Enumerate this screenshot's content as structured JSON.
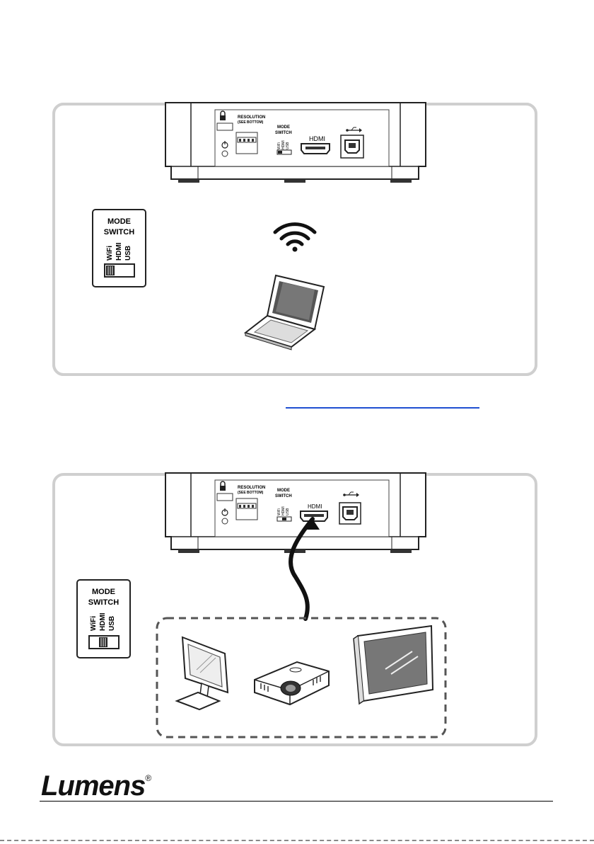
{
  "device": {
    "resolution_label": "RESOLUTION",
    "resolution_sub": "(SEE BOTTOM)",
    "mode_label": "MODE",
    "switch_label": "SWITCH",
    "hdmi_label": "HDMI",
    "wifi_label": "WiFi",
    "usb_label": "USB"
  },
  "mode_switch_callout": {
    "title_line1": "MODE",
    "title_line2": "SWITCH",
    "options": [
      "WiFi",
      "HDMI",
      "USB"
    ]
  },
  "panel1": {
    "selected_mode": "WiFi"
  },
  "panel2": {
    "selected_mode": "HDMI"
  },
  "brand": {
    "name": "Lumens",
    "mark": "®"
  }
}
